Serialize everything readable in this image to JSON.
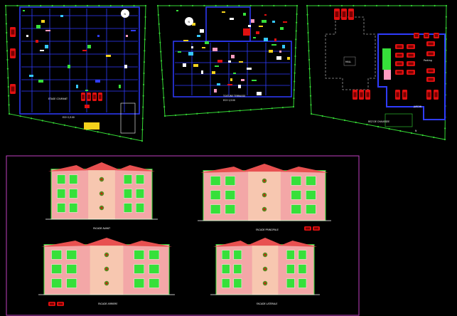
{
  "drawing": {
    "background": "#000000",
    "colors": {
      "site_boundary": "#35d935",
      "walls": "#2f3cff",
      "cars": "#e01010",
      "frame": "#c040c0",
      "roof": "#e85050",
      "facade": "#f3a7a7",
      "window_green": "#36e03a",
      "text": "#ffffff"
    }
  },
  "plans": [
    {
      "name": "floor-plan-1",
      "title": "ETAGE COURANT",
      "scale_note": "ECH 1/100",
      "north_label": "N"
    },
    {
      "name": "floor-plan-2",
      "title": "TOITURE TERRASSE",
      "scale_note": "ECH 1/100",
      "north_label": "N"
    },
    {
      "name": "ground-plan",
      "title": "REZ DE CHAUSSEE",
      "parking_label": "Parking",
      "hall_label": "HALL",
      "garden_label": "JARDIN",
      "north_label": "N"
    }
  ],
  "elevations": [
    {
      "name": "elevation-front",
      "title": "FACADE AVANT"
    },
    {
      "name": "elevation-main",
      "title": "FACADE PRINCIPALE"
    },
    {
      "name": "elevation-rear",
      "title": "FACADE ARRIERE"
    },
    {
      "name": "elevation-side",
      "title": "FACADE LATERALE"
    }
  ]
}
